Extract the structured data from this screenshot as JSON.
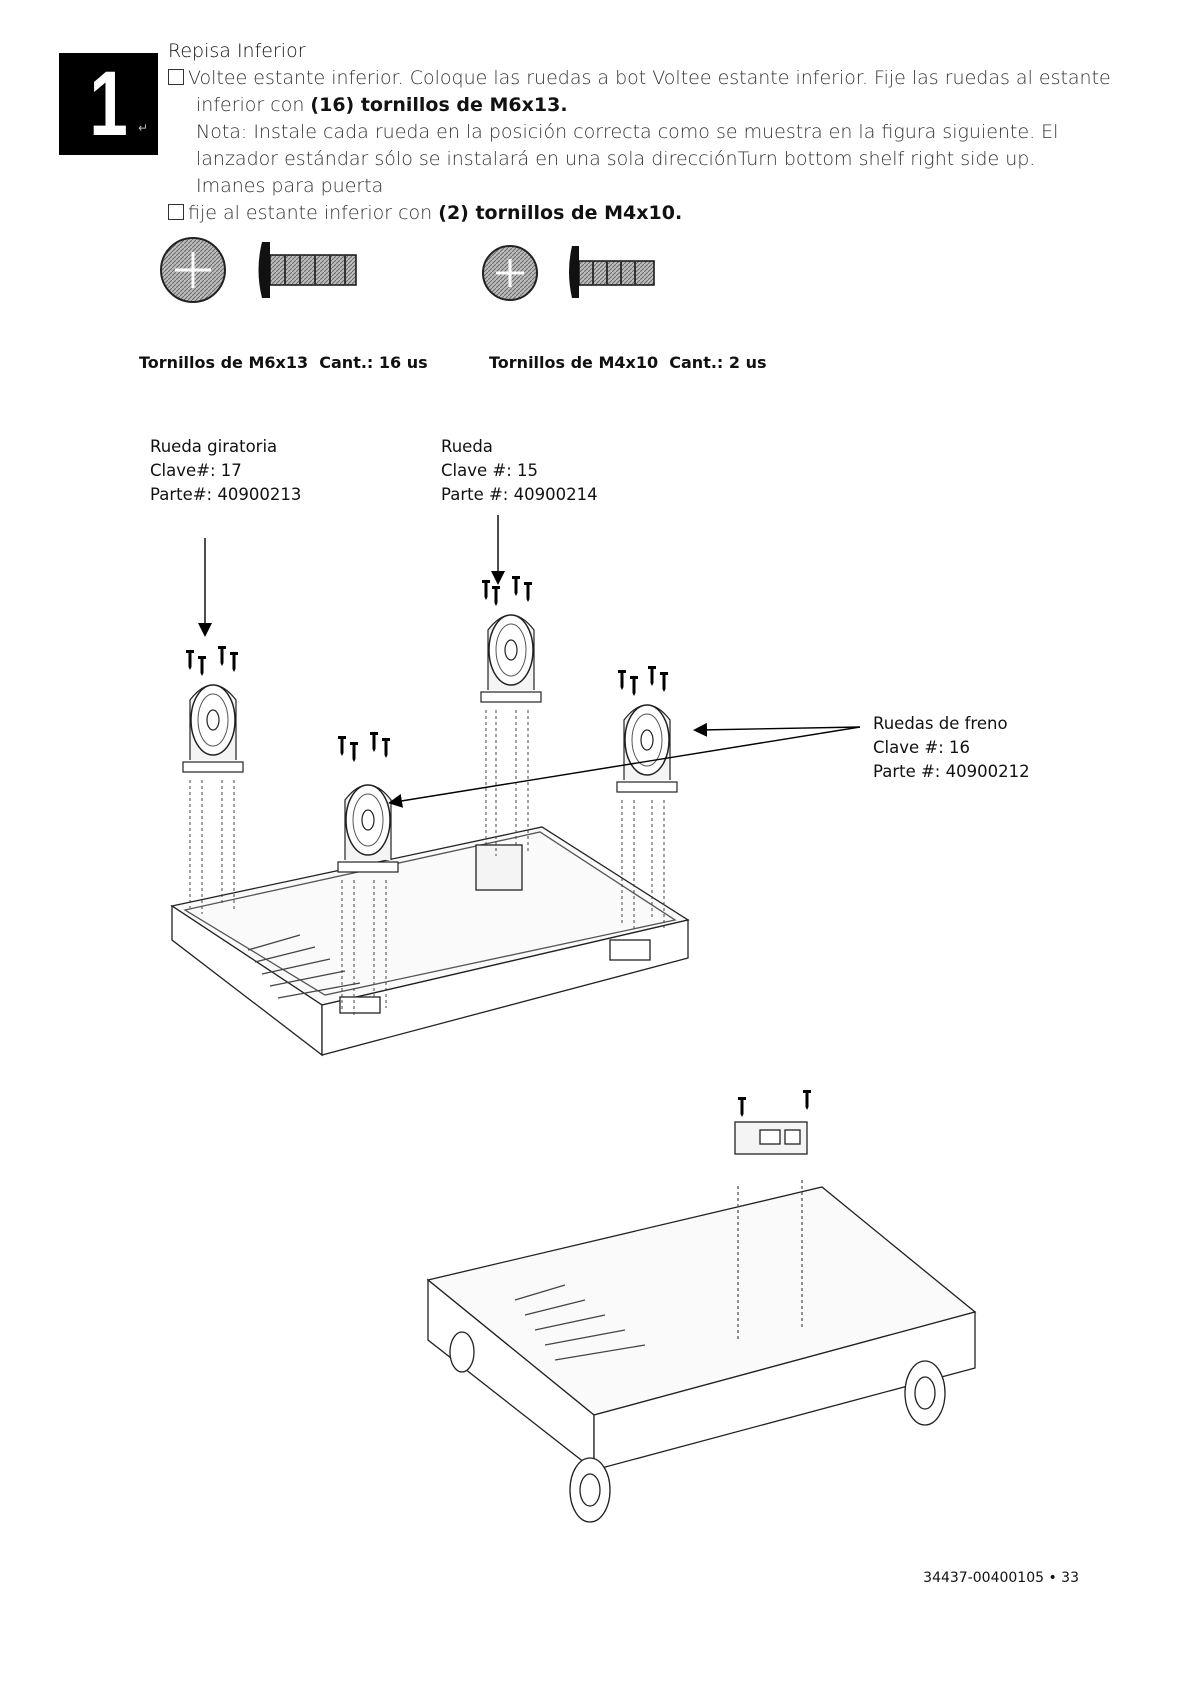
{
  "step": {
    "number": "1",
    "marker": "↵"
  },
  "instructions": {
    "title": "Repisa Inferior",
    "line1a": "Voltee estante inferior. Coloque las ruedas a bot Voltee estante inferior. Fije las ruedas al estante",
    "line1b_pre": "inferior con ",
    "line1b_bold": "(16) tornillos de M6x13.",
    "note": "Nota: Instale cada rueda en la posición correcta como se muestra en la figura siguiente. El lanzador estándar sólo se instalará en una sola direcciónTurn bottom shelf right side up.",
    "magnets": "Imanes para puerta",
    "line2_pre": "fije al estante inferior con ",
    "line2_bold": "(2) tornillos de M4x10."
  },
  "hardware": [
    {
      "name": "Tornillos de M6x13",
      "qty": "Cant.: 16 us"
    },
    {
      "name": "Tornillos de M4x10",
      "qty": "Cant.: 2 us"
    }
  ],
  "callouts": {
    "swivel": {
      "name": "Rueda giratoria",
      "key": "Clave#: 17",
      "part": "Parte#: 40900213"
    },
    "wheel": {
      "name": "Rueda",
      "key": "Clave #: 15",
      "part": "Parte #: 40900214"
    },
    "brake": {
      "name": "Ruedas de freno",
      "key": "Clave #: 16",
      "part": "Parte #: 40900212"
    }
  },
  "footer": "34437-00400105 • 33"
}
